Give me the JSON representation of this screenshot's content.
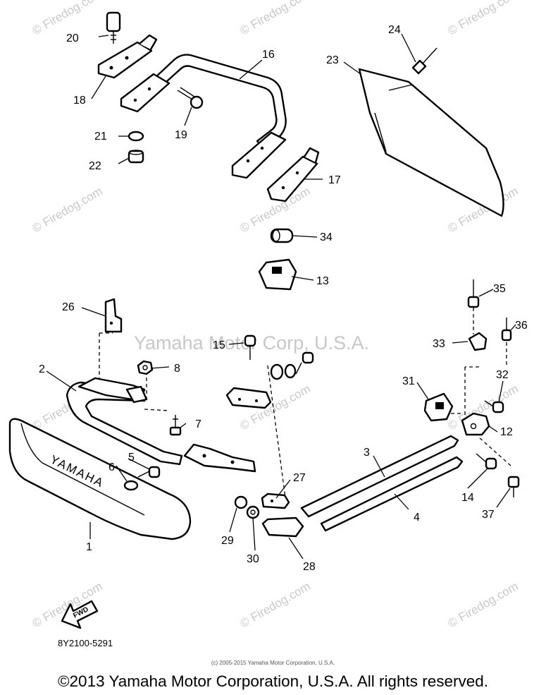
{
  "watermarks": {
    "brand": "© Firedog.com",
    "center_text": "Yamaha Motor Corp, U.S.A."
  },
  "callouts": {
    "p1": "1",
    "p2": "2",
    "p3": "3",
    "p4": "4",
    "p5": "5",
    "p6": "6",
    "p7": "7",
    "p8": "8",
    "p12": "12",
    "p13": "13",
    "p14": "14",
    "p15": "15",
    "p16": "16",
    "p17": "17",
    "p18": "18",
    "p19": "19",
    "p20": "20",
    "p21": "21",
    "p22": "22",
    "p23": "23",
    "p24": "24",
    "p26": "26",
    "p27": "27",
    "p28": "28",
    "p29": "29",
    "p30": "30",
    "p31": "31",
    "p32": "32",
    "p33": "33",
    "p34": "34",
    "p35": "35",
    "p36": "36",
    "p37": "37"
  },
  "bumper_brand": "YAMAHA",
  "fwd_label": "FWD",
  "diagram_code": "8Y2100-5291",
  "small_credit": "(c) 2005-2015 Yamaha Motor Corporation, U.S.A.",
  "copyright": "©2013 Yamaha Motor Corporation, U.S.A. All rights reserved."
}
